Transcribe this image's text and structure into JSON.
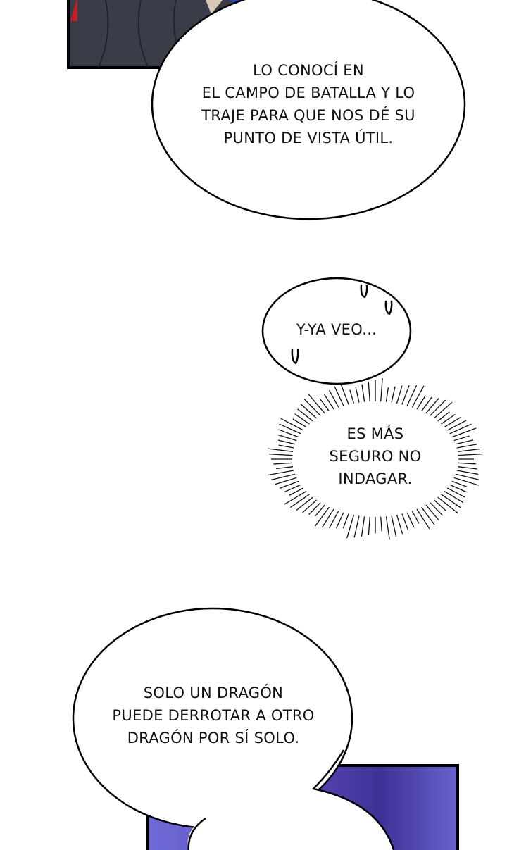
{
  "bubbles": {
    "b1": [
      "LO CONOCÍ EN",
      "EL CAMPO DE BATALLA Y LO",
      "TRAJE PARA QUE NOS DÉ SU",
      "PUNTO DE VISTA ÚTIL."
    ],
    "b2": [
      "Y-YA VEO..."
    ],
    "b3": [
      "ES MÁS",
      "SEGURO NO",
      "INDAGAR."
    ],
    "b4": [
      "SOLO UN DRAGÓN",
      "PUEDE DERROTAR A OTRO",
      "DRAGÓN POR SÍ SOLO."
    ]
  },
  "colors": {
    "top_panel": "#3a3d48",
    "bottom_panel": "#5a4ab8"
  }
}
